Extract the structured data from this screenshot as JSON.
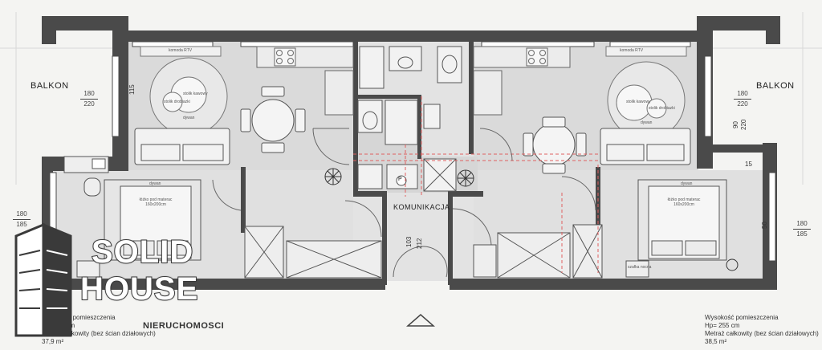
{
  "labels": {
    "balkon_left": "BALKON",
    "balkon_right": "BALKON",
    "komunikacja": "KOMUNIKACJA"
  },
  "dimensions": {
    "left_balcony": {
      "top": "180",
      "bottom": "220"
    },
    "right_balcony": {
      "top": "180",
      "bottom": "220"
    },
    "left_window": {
      "top": "180",
      "bottom": "185"
    },
    "right_window": {
      "top": "180",
      "bottom": "185"
    },
    "door": {
      "top": "103",
      "bottom": "212"
    },
    "right_side": {
      "top": "90",
      "bottom": "220"
    },
    "left_small": "115",
    "right_small": "15",
    "right_lower": "50"
  },
  "left_info": {
    "height_label": "Wysokość pomieszczenia",
    "height_value": "Hp= 255cm",
    "area_label": "Metraż całkowity (bez ścian działowych)",
    "area_value": "37,9 m²"
  },
  "right_info": {
    "height_label": "Wysokość pomieszczenia",
    "height_value": "Hp= 255 cm",
    "area_label": "Metraż całkowity (bez ścian działowych)",
    "area_value": "38,5 m²"
  },
  "logo": {
    "line1": "SOLID",
    "line2": "HOUSE",
    "line3": "NIERUCHOMOSCI"
  },
  "furniture_labels": {
    "table_top_left": "komoda RTV",
    "table_top_right": "komoda RTV",
    "stool_left_a": "stolik kawowy",
    "stool_left_b": "stolik drobiazki",
    "stool_right_a": "stolik kawowy",
    "stool_right_b": "stolik drobiazki",
    "rug_left": "dywan",
    "rug_right": "dywan",
    "bed_left": "łóżko pod materac 160x200cm",
    "bed_right": "łóżko pod materac 160x200cm",
    "bed_rug_left": "dywan",
    "bed_rug_right": "dywan",
    "nightstand": "szafka nocna",
    "parking": "P"
  },
  "colors": {
    "wall": "#4a4a4a",
    "floor": "#dcdcdc",
    "accent_red": "#e06060"
  }
}
